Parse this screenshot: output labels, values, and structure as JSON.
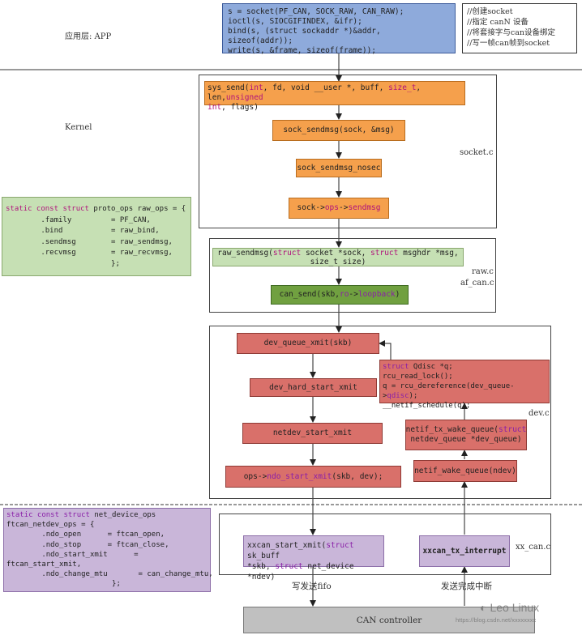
{
  "app_layer": {
    "label": "应用层: APP",
    "code_lines": [
      "s = socket(PF_CAN, SOCK_RAW, CAN_RAW);",
      "ioctl(s, SIOCGIFINDEX, &ifr);",
      "bind(s, (struct sockaddr *)&addr, sizeof(addr));",
      "write(s, &frame, sizeof(frame));"
    ],
    "comments": [
      "//创建socket",
      "//指定 canN 设备",
      "//将套接字与can设备绑定",
      "//写一帧can帧到socket"
    ]
  },
  "kernel": {
    "label": "Kernel",
    "socket_c": {
      "file": "socket.c",
      "sys_send_a": "sys_send(",
      "sys_send_b": "int",
      "sys_send_c": ", fd, void __user *, buff, ",
      "sys_send_d": "size_t",
      "sys_send_e": ", len,",
      "sys_send_f": "unsigned",
      "sys_send_g": "int",
      "sys_send_h": ", flags)",
      "sock_sendmsg": "sock_sendmsg(sock, &msg)",
      "sock_sendmsg_nosec": "sock_sendmsg_nosec",
      "ops_sendmsg_a": "sock->",
      "ops_sendmsg_b": "ops",
      "ops_sendmsg_c": "->",
      "ops_sendmsg_d": "sendmsg"
    },
    "raw_ops": {
      "l1a": "static const struct",
      "l1b": " proto_ops raw_ops = {",
      "l2": "        .family         = PF_CAN,",
      "l3": "        .bind           = raw_bind,",
      "l4": "        .sendmsg        = raw_sendmsg,",
      "l5": "        .recvmsg        = raw_recvmsg,",
      "l6": "                        };"
    },
    "raw_c": {
      "file1": "raw.c",
      "file2": "af_can.c",
      "raw_sendmsg_a": "raw_sendmsg(",
      "raw_sendmsg_b": "struct",
      "raw_sendmsg_c": " socket *sock, ",
      "raw_sendmsg_d": "struct",
      "raw_sendmsg_e": " msghdr *msg,",
      "raw_sendmsg_f": "size_t size)",
      "can_send_a": "can_send(skb, ",
      "can_send_b": "ro",
      "can_send_c": "->",
      "can_send_d": "loopback",
      "can_send_e": ")"
    },
    "dev_c": {
      "file": "dev.c",
      "dev_queue_xmit": "dev_queue_xmit(skb)",
      "dev_hard_start_xmit": "dev_hard_start_xmit",
      "netdev_start_xmit": "netdev_start_xmit",
      "ndo_a": "ops->",
      "ndo_b": "ndo_start_xmit",
      "ndo_c": "(skb, dev);",
      "qdisc_1a": "struct",
      "qdisc_1b": " Qdisc *q;",
      "qdisc_2": "rcu_read_lock();",
      "qdisc_3a": "q = rcu_dereference(dev_queue->",
      "qdisc_3b": "qdisc",
      "qdisc_3c": ");",
      "qdisc_4": "__netif_schedule(q);",
      "wake_queue_1a": "netif_tx_wake_queue(",
      "wake_queue_1b": "struct",
      "wake_queue_2": "netdev_queue *dev_queue)",
      "netif_wake_queue": "netif_wake_queue(ndev)"
    }
  },
  "driver": {
    "netdev_ops": {
      "l1a": "static const struct",
      "l1b": " net_device_ops",
      "l2": "ftcan_netdev_ops = {",
      "l3": "        .ndo_open      = ftcan_open,",
      "l4": "        .ndo_stop      = ftcan_close,",
      "l5": "        .ndo_start_xmit      =",
      "l6": "ftcan_start_xmit,",
      "l7": "        .ndo_change_mtu       = can_change_mtu,",
      "l8": "                        };"
    },
    "file": "xx_can.c",
    "start_xmit_a": "xxcan_start_xmit(",
    "start_xmit_b": "struct",
    "start_xmit_c": " sk_buff",
    "start_xmit_d": "*skb, ",
    "start_xmit_e": "struct",
    "start_xmit_f": " net_device *ndev)",
    "tx_interrupt": "xxcan_tx_interrupt",
    "write_fifo": "写发送fifo",
    "send_done": "发送完成中断"
  },
  "hardware": {
    "controller": "CAN controller"
  },
  "watermark": {
    "brand": "Leo Linux",
    "url": "https://blog.csdn.net/xxxxxxxx"
  }
}
